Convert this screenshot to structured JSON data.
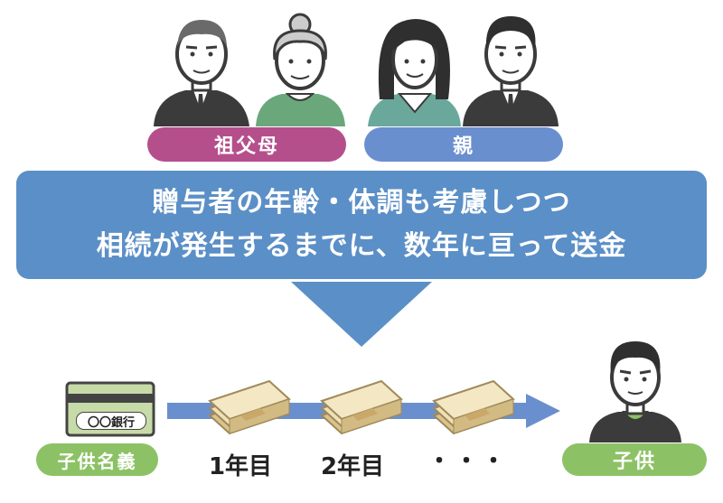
{
  "labels": {
    "grandparents": "祖父母",
    "parents": "親",
    "bank_account_holder": "子供名義",
    "bank_name": "〇〇銀行",
    "child": "子供"
  },
  "banner": {
    "line1": "贈与者の年齢・体調も考慮しつつ",
    "line2": "相続が発生するまでに、数年に亘って送金"
  },
  "timeline": {
    "year1": "1年目",
    "year2": "2年目",
    "ellipsis": "・・・"
  },
  "colors": {
    "grandparents": "#b54f8c",
    "parents": "#6a8fcf",
    "banner": "#5b8fc7",
    "arrow_down": "#5b8fc7",
    "child_green": "#8cc265",
    "money": "#e9d6a5",
    "timeline_arrow": "#6a8fcf"
  },
  "icons": [
    "grandfather-icon",
    "grandmother-icon",
    "mother-icon",
    "father-icon",
    "bankbook-icon",
    "money-stack-icon",
    "child-icon"
  ]
}
